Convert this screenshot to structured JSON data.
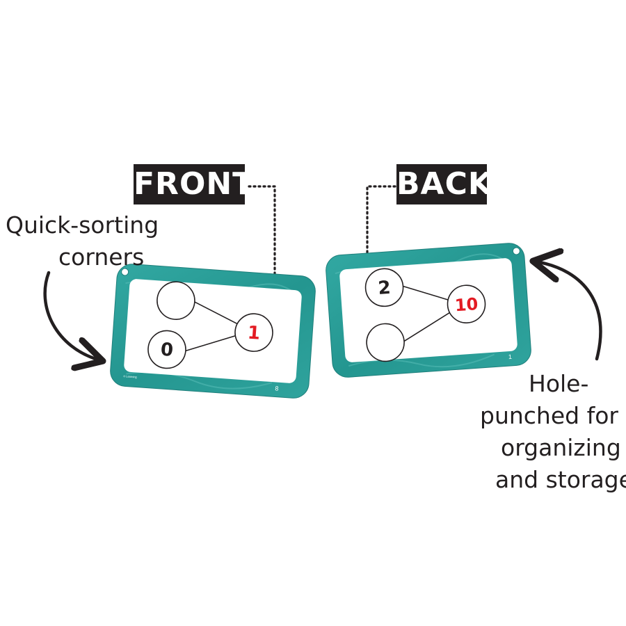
{
  "labels": {
    "front": "FRONT",
    "back": "BACK"
  },
  "captions": {
    "left_line1": "Quick-sorting",
    "left_line2": "corners",
    "right_line1": "Hole-",
    "right_line2": "punched for",
    "right_line3": "organizing",
    "right_line4": "and storage"
  },
  "front_card": {
    "bubble_top": "",
    "bubble_bottom": "0",
    "bubble_total": "1",
    "page_number": "8",
    "copyright": "© Learning"
  },
  "back_card": {
    "bubble_top": "2",
    "bubble_bottom": "",
    "bubble_total": "10",
    "page_number": "1"
  },
  "colors": {
    "card_frame": "#2a9d98",
    "card_frame_dark": "#1f7f7b",
    "label_bg": "#231f20",
    "label_text": "#ffffff",
    "total_number": "#e31b23",
    "part_number": "#231f20",
    "arrow": "#231f20"
  },
  "icons": {
    "left_arrow": "curved-arrow-icon",
    "right_arrow": "curved-arrow-icon"
  }
}
